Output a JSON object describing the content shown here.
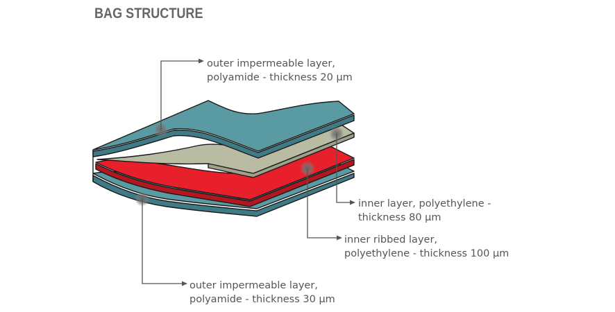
{
  "title": "BAG STRUCTURE",
  "colors": {
    "outer_layer": "#5a9aa3",
    "outer_layer_side": "#3f7b86",
    "gray_layer": "#b9bba3",
    "gray_layer_side": "#9fa18a",
    "red_layer": "#e8202b",
    "red_layer_side": "#b3161f",
    "stroke": "#1a1a1a",
    "leader": "#555555",
    "text": "#555555",
    "title": "#666666"
  },
  "labels": [
    {
      "line1": "outer impermeable layer,",
      "line2": "polyamide - thickness 20 µm"
    },
    {
      "line1": "inner layer, polyethylene -",
      "line2": "thickness 80 µm"
    },
    {
      "line1": "inner ribbed layer,",
      "line2": "polyethylene - thickness 100 µm"
    },
    {
      "line1": "outer impermeable layer,",
      "line2": "polyamide - thickness 30 µm"
    }
  ]
}
